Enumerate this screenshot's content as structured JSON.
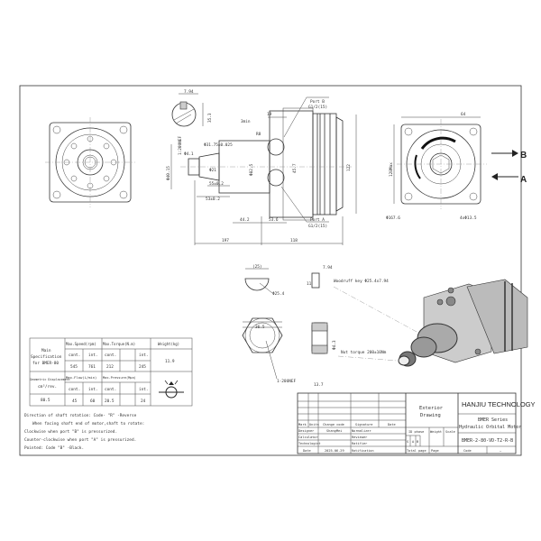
{
  "dimensions": {
    "key_width": "7.94",
    "key_height": "35.3",
    "port_b": "Port B",
    "port_b_thread": "G1/2(15)",
    "port_a": "Port A",
    "port_a_thread": "G1/2(15)",
    "d19": "19",
    "d3min": "3min",
    "r8": "R8",
    "shaft_dia": "Φ31.75±0.025",
    "taper": "1:20UNEF",
    "phi41": "Φ4.1",
    "phi_small": "Φ21",
    "phi82": "Φ82.5",
    "d45": "45.7",
    "d122": "122",
    "d55": "55±0.2",
    "d53": "53±0.2",
    "d44": "44.2",
    "d53_6": "53.6",
    "d197": "197",
    "d118": "118",
    "d40": "Φ40.15",
    "d64": "64",
    "d128": "128Max",
    "d167": "Φ167.6",
    "d4x": "4xΦ13.5",
    "arrow_b": "B",
    "arrow_a": "A",
    "key_d": "(25)",
    "key_r": "Φ25.4",
    "key_t": "7.94",
    "key_h": "11",
    "woodruff": "Woodruff key Φ25.4x7.94",
    "nut_w": "36.5",
    "nut_thread": "1-20UNEF",
    "nut_slot": "Φ4.3",
    "nut_thk": "13.7",
    "nut_torque": "Nut torque 200±10Nm"
  },
  "spec_table": {
    "main_spec": [
      "Main",
      "Specification",
      "for BMER-80"
    ],
    "disp_label": [
      "Geometric Displacement",
      "cm³/rev."
    ],
    "disp_value": "80.5",
    "speed_header": "Max.Speed(rpm)",
    "torque_header": "Max.Torque(N.m)",
    "weight_header": "Weight(kg)",
    "flow_header": "Max.Flow(L/min)",
    "pressure_header": "Max.Pressure(Mpa)",
    "cont": "cont.",
    "int": "int.",
    "speed_cont": "545",
    "speed_int": "761",
    "torque_cont": "212",
    "torque_int": "245",
    "weight": "11.9",
    "flow_cont": "45",
    "flow_int": "60",
    "pressure_cont": "20.5",
    "pressure_int": "24"
  },
  "notes": [
    "Direction of shaft rotation: Code- \"R\" -Reverse",
    "When facing shaft end of motor,shaft to rotate:",
    "Clockwise when port \"B\" is pressurized.",
    "Counter-clockwise when port \"A\" is pressurized.",
    "Pointed: Code \"B\" -Black."
  ],
  "title_block": {
    "mark": "Mark",
    "units": "Units",
    "change_code": "Change code",
    "signature": "Signature",
    "date_h": "Date",
    "designer": "Designer",
    "designer_name": "ShangMei",
    "normalizer": "Normalizer",
    "calculator": "Calculator",
    "reviewer": "Reviewer",
    "technologist": "Technologist",
    "ratifier": "Ratifier",
    "date": "Date",
    "date_value": "2025.06.29",
    "ratification": "Ratification",
    "drawing_type": [
      "Exterior",
      "Drawing"
    ],
    "id_phase": "ID phase",
    "weight": "Weight",
    "scale": "Scale",
    "phases": [
      "S",
      "A",
      "B"
    ],
    "total_page": "Total page",
    "page": "Page",
    "company": "HANJIU TECHNOLOGY",
    "series": "BMER Series",
    "product": "Hydraulic Orbital Motor",
    "model": "BMER-2-80-VD-T2-R-B",
    "code": "Code",
    "code_value": "—"
  }
}
